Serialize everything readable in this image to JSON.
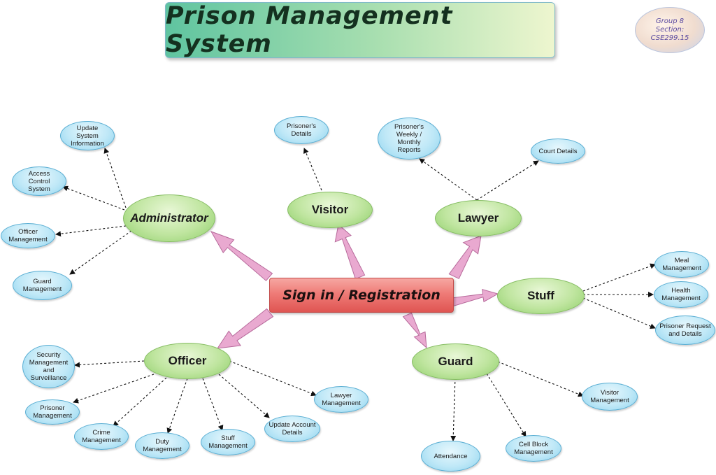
{
  "title": "Prison Management System",
  "badge": {
    "line1": "Group 8",
    "line2": "Section:",
    "line3": "CSE299.15"
  },
  "center": "Sign in / Registration",
  "roles": {
    "administrator": "Administrator",
    "visitor": "Visitor",
    "lawyer": "Lawyer",
    "stuff": "Stuff",
    "officer": "Officer",
    "guard": "Guard"
  },
  "features": {
    "update_system_information": "Update\nSystem\nInformation",
    "access_control_system": "Access\nControl\nSystem",
    "admin_officer_management": "Officer\nManagement",
    "admin_guard_management": "Guard\nManagement",
    "prisoners_details": "Prisoner's\nDetails",
    "prisoners_reports": "Prisoner's\nWeekly /\nMonthly\nReports",
    "court_details": "Court Details",
    "meal_management": "Meal\nManagement",
    "health_management": "Health\nManagement",
    "prisoner_request": "Prisoner Request\nand Details",
    "security_management": "Security\nManagement\nand\nSurveillance",
    "prisoner_management": "Prisoner\nManagement",
    "crime_management": "Crime\nManagement",
    "duty_management": "Duty\nManagement",
    "stuff_management": "Stuff\nManagement",
    "update_account_details": "Update Account\nDetails",
    "lawyer_management": "Lawyer\nManagement",
    "attendance": "Attendance",
    "cell_block_management": "Cell Block\nManagement",
    "visitor_management": "Visitor\nManagement"
  },
  "colors": {
    "title_gradient_start": "#5fc4a0",
    "title_gradient_end": "#eef6cf",
    "center_fill": "#ef7b77",
    "role_fill": "#bfe59f",
    "feature_fill": "#bfe8f7",
    "arrow_fill": "#e9a9d0"
  }
}
